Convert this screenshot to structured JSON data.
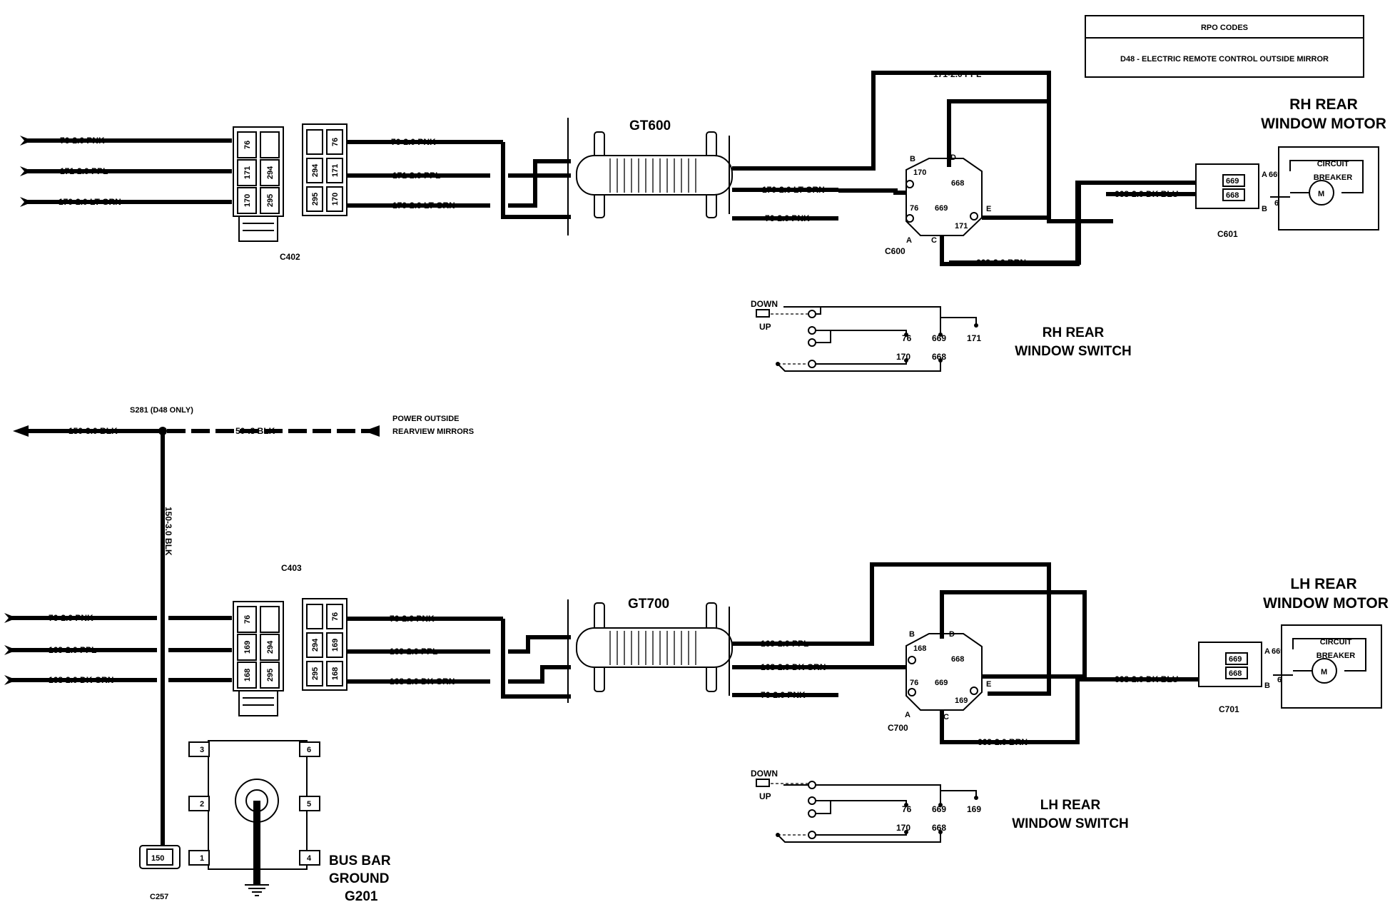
{
  "rpo": {
    "header": "RPO CODES",
    "entry": "D48 - ELECTRIC REMOTE CONTROL OUTSIDE MIRROR"
  },
  "rh": {
    "grommet": "GT600",
    "motor_title": [
      "RH REAR",
      "WINDOW MOTOR"
    ],
    "switch_title": [
      "RH REAR",
      "WINDOW SWITCH"
    ],
    "c_left": "C402",
    "c_switch": "C600",
    "c_motor": "C601",
    "left_wires": [
      "76-2.0 PNK",
      "171-2.0 PPL",
      "170-2.0 LT GRN"
    ],
    "mid_wires": [
      "76-2.0 PNK",
      "171-2.0 PPL",
      "170-2.0 LT GRN"
    ],
    "sw_wires_top": "171-2.0 PPL",
    "sw_wires": [
      "170-2.0 LT GRN",
      "76-2.0 PNK"
    ],
    "out_wires": [
      "668-2.0 DK BLU",
      "669-2.0 BRN"
    ],
    "conn_pins_a": [
      "76",
      "171",
      "294",
      "170",
      "295"
    ],
    "conn_pins_b": [
      "76",
      "294",
      "171",
      "295",
      "170"
    ],
    "switch_pins": {
      "b": "170",
      "d": "668",
      "a": "76",
      "c": "669",
      "c2": "171"
    },
    "switch_letters": [
      "A",
      "B",
      "C",
      "D",
      "E"
    ],
    "motor_pins": [
      "669",
      "668"
    ],
    "motor_letters": [
      "A",
      "B"
    ],
    "cb": [
      "CIRCUIT",
      "BREAKER"
    ],
    "motor_m": "M",
    "sw_labels": {
      "down": "DOWN",
      "up": "UP",
      "p1": "76",
      "p2": "669",
      "p3": "171",
      "p4": "170",
      "p5": "668"
    }
  },
  "lh": {
    "grommet": "GT700",
    "motor_title": [
      "LH REAR",
      "WINDOW MOTOR"
    ],
    "switch_title": [
      "LH REAR",
      "WINDOW SWITCH"
    ],
    "c_left": "C403",
    "c_switch": "C700",
    "c_motor": "C701",
    "left_wires": [
      "76-2.0 PNK",
      "169-2.0 PPL",
      "168-2.0 DK GRN"
    ],
    "mid_wires": [
      "76-2.0 PNK",
      "169-2.0 PPL",
      "168-2.0 DK GRN"
    ],
    "sw_wires": [
      "169-2.0 PPL",
      "168-2.0 DK GRN",
      "76-2.0 PNK"
    ],
    "out_wires": [
      "668-2.0 DK BLU",
      "669-2.0 BRN"
    ],
    "conn_pins_a": [
      "76",
      "169",
      "294",
      "168",
      "295"
    ],
    "conn_pins_b": [
      "76",
      "294",
      "169",
      "295",
      "168"
    ],
    "switch_pins": {
      "b": "168",
      "d": "668",
      "a": "76",
      "c": "669",
      "c2": "169"
    },
    "switch_letters": [
      "A",
      "B",
      "C",
      "D",
      "E"
    ],
    "motor_pins": [
      "669",
      "668"
    ],
    "motor_letters": [
      "A",
      "B"
    ],
    "cb": [
      "CIRCUIT",
      "BREAKER"
    ],
    "motor_m": "M",
    "sw_labels": {
      "down": "DOWN",
      "up": "UP",
      "p1": "76",
      "p2": "669",
      "p3": "169",
      "p4": "170",
      "p5": "668"
    }
  },
  "ground": {
    "splice": "S281 (D48 ONLY)",
    "wire_left": "150-3.0 BLK",
    "wire_right": "50-.8 BLK",
    "power_note": [
      "POWER OUTSIDE",
      "REARVIEW MIRRORS"
    ],
    "wire_vertical": "150-3.0 BLK",
    "connector_pin": "150",
    "connector": "C257",
    "busbar_title": [
      "BUS BAR",
      "GROUND",
      "G201"
    ],
    "busbar_pins": [
      "3",
      "6",
      "2",
      "5",
      "1",
      "4"
    ]
  }
}
